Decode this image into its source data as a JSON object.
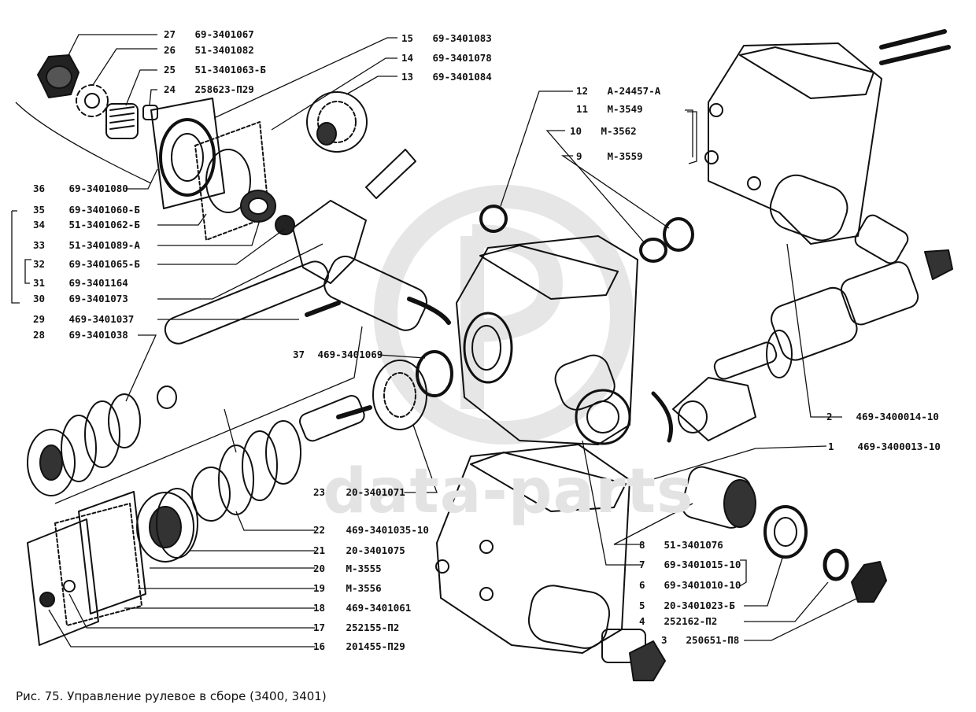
{
  "figure": {
    "caption": "Рис. 75. Управление рулевое в сборе (3400, 3401)",
    "watermark": "data-parts",
    "colors": {
      "ink": "#111111",
      "watermark": "#e3e3e3"
    }
  },
  "callouts": [
    {
      "id": "27",
      "num": "27",
      "part": "69-3401067"
    },
    {
      "id": "26",
      "num": "26",
      "part": "51-3401082"
    },
    {
      "id": "25",
      "num": "25",
      "part": "51-3401063-Б"
    },
    {
      "id": "24",
      "num": "24",
      "part": "258623-П29"
    },
    {
      "id": "15",
      "num": "15",
      "part": "69-3401083"
    },
    {
      "id": "14",
      "num": "14",
      "part": "69-3401078"
    },
    {
      "id": "13",
      "num": "13",
      "part": "69-3401084"
    },
    {
      "id": "12",
      "num": "12",
      "part": "А-24457-А"
    },
    {
      "id": "11",
      "num": "11",
      "part": "М-3549"
    },
    {
      "id": "10",
      "num": "10",
      "part": "М-3562"
    },
    {
      "id": "9",
      "num": "9",
      "part": "М-3559"
    },
    {
      "id": "36",
      "num": "36",
      "part": "69-3401080"
    },
    {
      "id": "35",
      "num": "35",
      "part": "69-3401060-Б"
    },
    {
      "id": "34",
      "num": "34",
      "part": "51-3401062-Б"
    },
    {
      "id": "33",
      "num": "33",
      "part": "51-3401089-А"
    },
    {
      "id": "32",
      "num": "32",
      "part": "69-3401065-Б"
    },
    {
      "id": "31",
      "num": "31",
      "part": "69-3401164"
    },
    {
      "id": "30",
      "num": "30",
      "part": "69-3401073"
    },
    {
      "id": "29",
      "num": "29",
      "part": "469-3401037"
    },
    {
      "id": "28",
      "num": "28",
      "part": "69-3401038"
    },
    {
      "id": "37",
      "num": "37",
      "part": "469-3401069"
    },
    {
      "id": "2",
      "num": "2",
      "part": "469-3400014-10"
    },
    {
      "id": "1",
      "num": "1",
      "part": "469-3400013-10"
    },
    {
      "id": "23",
      "num": "23",
      "part": "20-3401071"
    },
    {
      "id": "22",
      "num": "22",
      "part": "469-3401035-10"
    },
    {
      "id": "21",
      "num": "21",
      "part": "20-3401075"
    },
    {
      "id": "20",
      "num": "20",
      "part": "М-3555"
    },
    {
      "id": "19",
      "num": "19",
      "part": "М-3556"
    },
    {
      "id": "18",
      "num": "18",
      "part": "469-3401061"
    },
    {
      "id": "17",
      "num": "17",
      "part": "252155-П2"
    },
    {
      "id": "16",
      "num": "16",
      "part": "201455-П29"
    },
    {
      "id": "8",
      "num": "8",
      "part": "51-3401076"
    },
    {
      "id": "7",
      "num": "7",
      "part": "69-3401015-10"
    },
    {
      "id": "6",
      "num": "6",
      "part": "69-3401010-10"
    },
    {
      "id": "5",
      "num": "5",
      "part": "20-3401023-Б"
    },
    {
      "id": "4",
      "num": "4",
      "part": "252162-П2"
    },
    {
      "id": "3",
      "num": "3",
      "part": "250651-П8"
    }
  ]
}
